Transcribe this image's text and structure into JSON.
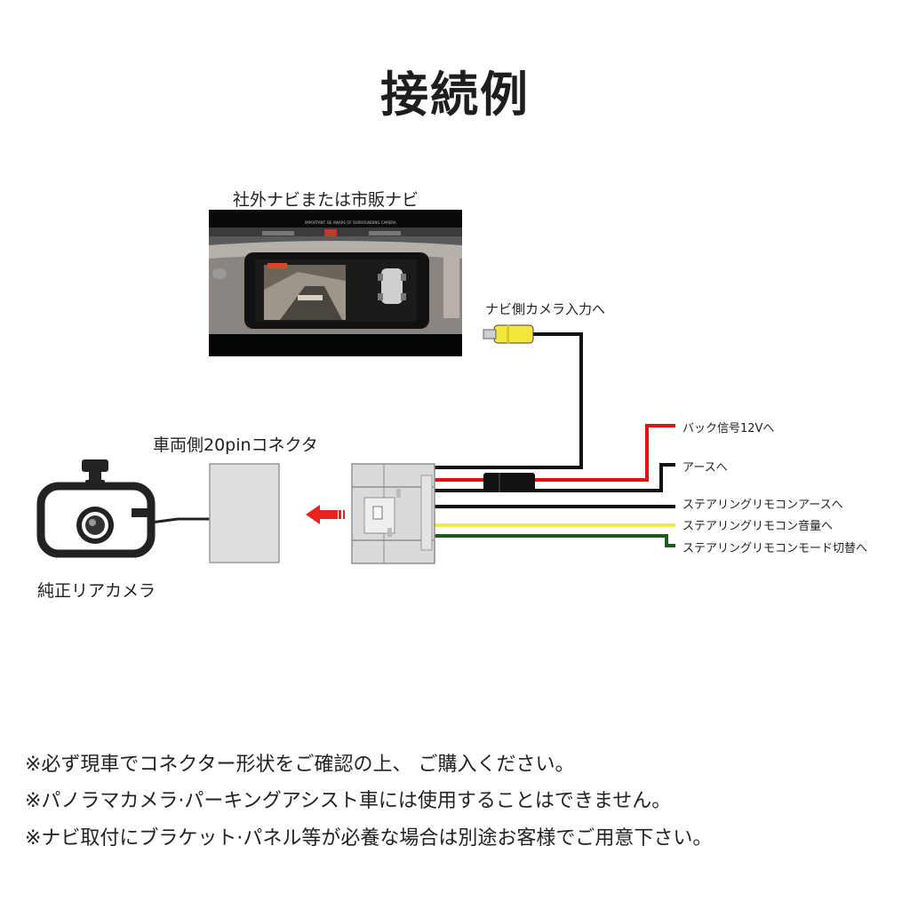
{
  "title": "接続例",
  "labels": {
    "navi": "社外ナビまたは市販ナビ",
    "navi_camera_input": "ナビ側カメラ入力へ",
    "connector": "車両側20pinコネクタ",
    "camera": "純正リアカメラ"
  },
  "screen_caption": "IMPORTANT: BE AWARE OF SURROUNDING CAMERA",
  "wires": [
    {
      "label": "バック信号12Vへ",
      "color": "#e01010"
    },
    {
      "label": "アースへ",
      "color": "#111111"
    },
    {
      "label": "ステアリングリモコンアースへ",
      "color": "#111111"
    },
    {
      "label": "ステアリングリモコン音量へ",
      "color": "#f2e84a"
    },
    {
      "label": "ステアリングリモコンモード切替へ",
      "color": "#1f5a1f"
    }
  ],
  "notes": [
    "※必ず現車でコネクター形状をご確認の上、 ご購入ください。",
    "※パノラマカメラ·パーキングアシスト車には使用することはできません。",
    "※ナビ取付にブラケット·パネル等が必養な場合は別途お客様でご用意下さい。"
  ],
  "colors": {
    "arrow": "#e8231f",
    "rca_yellow": "#f5e63b"
  },
  "icons": [
    "camera-icon",
    "arrow-left-icon",
    "rca-plug-icon"
  ]
}
